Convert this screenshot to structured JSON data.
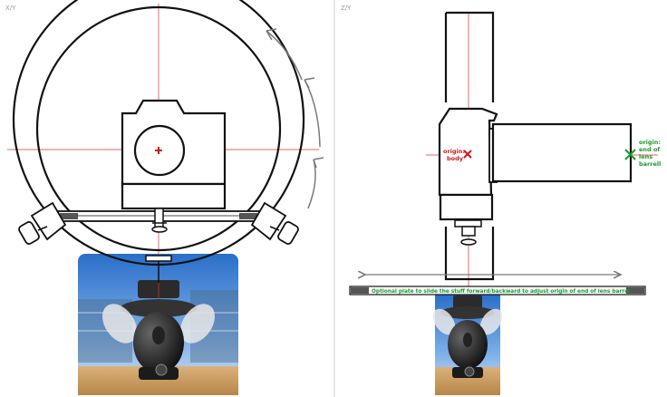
{
  "panels": {
    "left": {
      "title": "X/Y"
    },
    "right": {
      "title": "Z/Y"
    }
  },
  "annotations": {
    "origin_body": [
      "origin:",
      "body"
    ],
    "origin_lens": [
      "origin:",
      "end of",
      "lens",
      "barrell"
    ],
    "plate_text": "Optional plate to slide the stuff forward/backward to adjust origin of end of lens barrel"
  },
  "colors": {
    "stroke": "#111111",
    "crosshair": "#e03030",
    "origin_body": "#d01818",
    "origin_lens": "#1a9a2a",
    "arrow": "#7a7a7a",
    "plate_fill": "#ffffff",
    "plate_text": "#1a9a2a"
  }
}
